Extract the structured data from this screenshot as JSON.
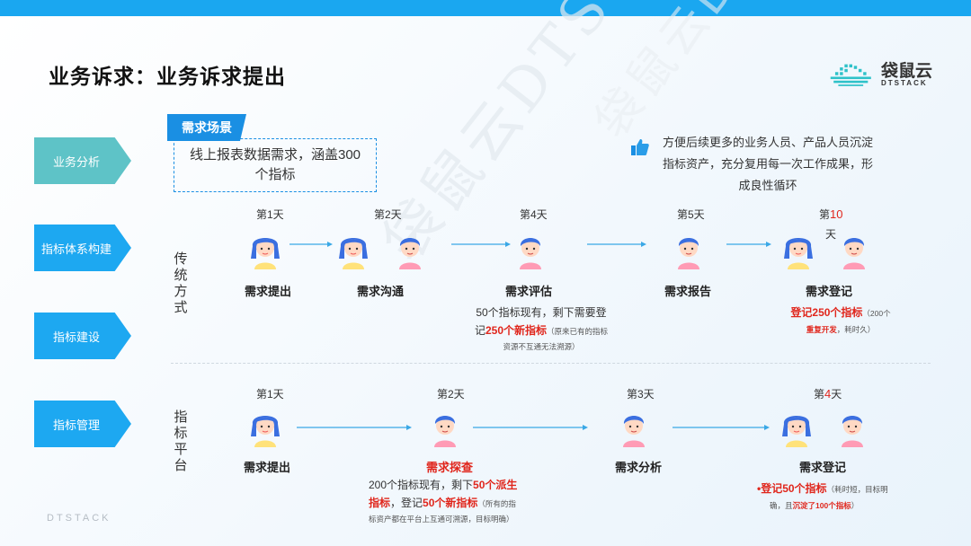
{
  "title": "业务诉求：业务诉求提出",
  "logo": {
    "name": "袋鼠云",
    "sub": "DTSTACK",
    "icon": "cloud-logo-icon"
  },
  "footer": "DTSTACK",
  "watermark": "袋鼠云DTSTACK",
  "left_steps": [
    "业务分析",
    "指标体系构建",
    "指标建设",
    "指标管理"
  ],
  "scene": {
    "tag": "需求场景",
    "text": "线上报表数据需求，涵盖300个指标"
  },
  "benefit": {
    "icon": "thumbs-up-icon",
    "text": "方便后续更多的业务人员、产品人员沉淀指标资产，充分复用每一次工作成果，形成良性循环"
  },
  "traditional": {
    "label": "传统方式",
    "steps": [
      {
        "day": "第1天",
        "stage": "需求提出"
      },
      {
        "day": "第2天",
        "stage": "需求沟通"
      },
      {
        "day": "第4天",
        "stage": "需求评估"
      },
      {
        "day": "第5天",
        "stage": "需求报告"
      },
      {
        "day_prefix": "第",
        "day_num": "10",
        "day_suffix": "天",
        "stage": "需求登记"
      }
    ],
    "eval_note": {
      "line1": "50个指标现有，剩下需要登",
      "pre2": "记",
      "red2": "250个新指标",
      "small2": "（原来已有的指标",
      "small3": "资源不互通无法溯源）"
    },
    "reg_note": {
      "red": "登记250个指标",
      "small1": "（200个",
      "small_red": "重复开发",
      "small2": "，耗时久）"
    }
  },
  "platform": {
    "label": "指标平台",
    "steps": [
      {
        "day": "第1天",
        "stage": "需求提出"
      },
      {
        "day": "第2天",
        "stage": "需求探查"
      },
      {
        "day": "第3天",
        "stage": "需求分析"
      },
      {
        "day_prefix": "第",
        "day_num": "4",
        "day_suffix": "天",
        "stage": "需求登记"
      }
    ],
    "probe_note": {
      "pre1": "200个指标现有，剩下",
      "red1": "50个派生",
      "red2": "指标",
      "mid2": "，登记",
      "red2b": "50个新指标",
      "small2": "（所有的指",
      "small3": "标资产都在平台上互通可溯源，目标明确）"
    },
    "reg_note": {
      "bullet": "•",
      "red": "登记50个指标",
      "small1": "（耗时短，目标明",
      "small2": "确，且",
      "small_red": "沉淀了100个指标",
      "small3": "）"
    }
  },
  "colors": {
    "accent": "#1da8f1",
    "teal": "#5ec3c7",
    "red": "#e0261c"
  }
}
